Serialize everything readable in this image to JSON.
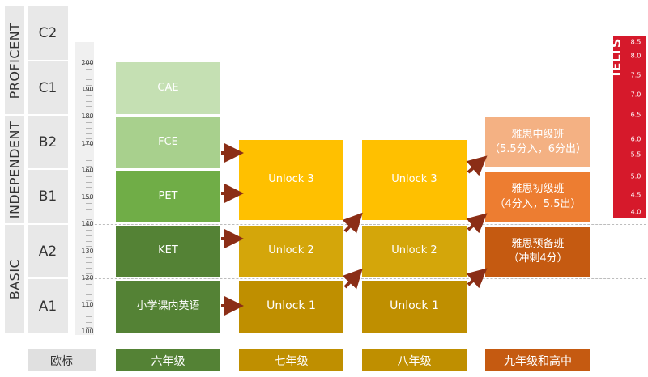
{
  "cefr": {
    "levels": [
      "C2",
      "C1",
      "B2",
      "B1",
      "A2",
      "A1"
    ],
    "groups": [
      "PROFICENT",
      "INDEPENDENT",
      "BASIC"
    ],
    "footer_label": "欧标"
  },
  "scale": {
    "ticks": [
      "200",
      "190",
      "180",
      "170",
      "160",
      "150",
      "140",
      "130",
      "120",
      "110",
      "100"
    ]
  },
  "grade6": {
    "boxes": [
      "CAE",
      "FCE",
      "PET",
      "KET",
      "小学课内英语"
    ],
    "colors": [
      "#c5e0b3",
      "#a8d08d",
      "#70ad47",
      "#548235",
      "#548235"
    ],
    "label": "六年级"
  },
  "grade7": {
    "boxes": [
      "Unlock 3",
      "Unlock 2",
      "Unlock 1"
    ],
    "colors": [
      "#ffc000",
      "#d4a60a",
      "#bf8f00"
    ],
    "label": "七年级"
  },
  "grade8": {
    "boxes": [
      "Unlock 3",
      "Unlock 2",
      "Unlock 1"
    ],
    "label": "八年级"
  },
  "grade9": {
    "boxes": [
      {
        "title": "雅思中级班",
        "sub": "（5.5分入，6分出）"
      },
      {
        "title": "雅思初级班",
        "sub": "（4分入，5.5出）"
      },
      {
        "title": "雅思预备班",
        "sub": "（冲刺4分）"
      }
    ],
    "colors": [
      "#f4b183",
      "#ed7d31",
      "#c55a11"
    ],
    "label": "九年级和高中"
  },
  "ielts": {
    "title": "IELTS",
    "scores": [
      "8.5",
      "8.0",
      "7.5",
      "7.0",
      "6.5",
      "6.0",
      "5.5",
      "5.0",
      "4.5",
      "4.0"
    ],
    "color": "#d6192b"
  },
  "arrow_color": "#8b2e16"
}
